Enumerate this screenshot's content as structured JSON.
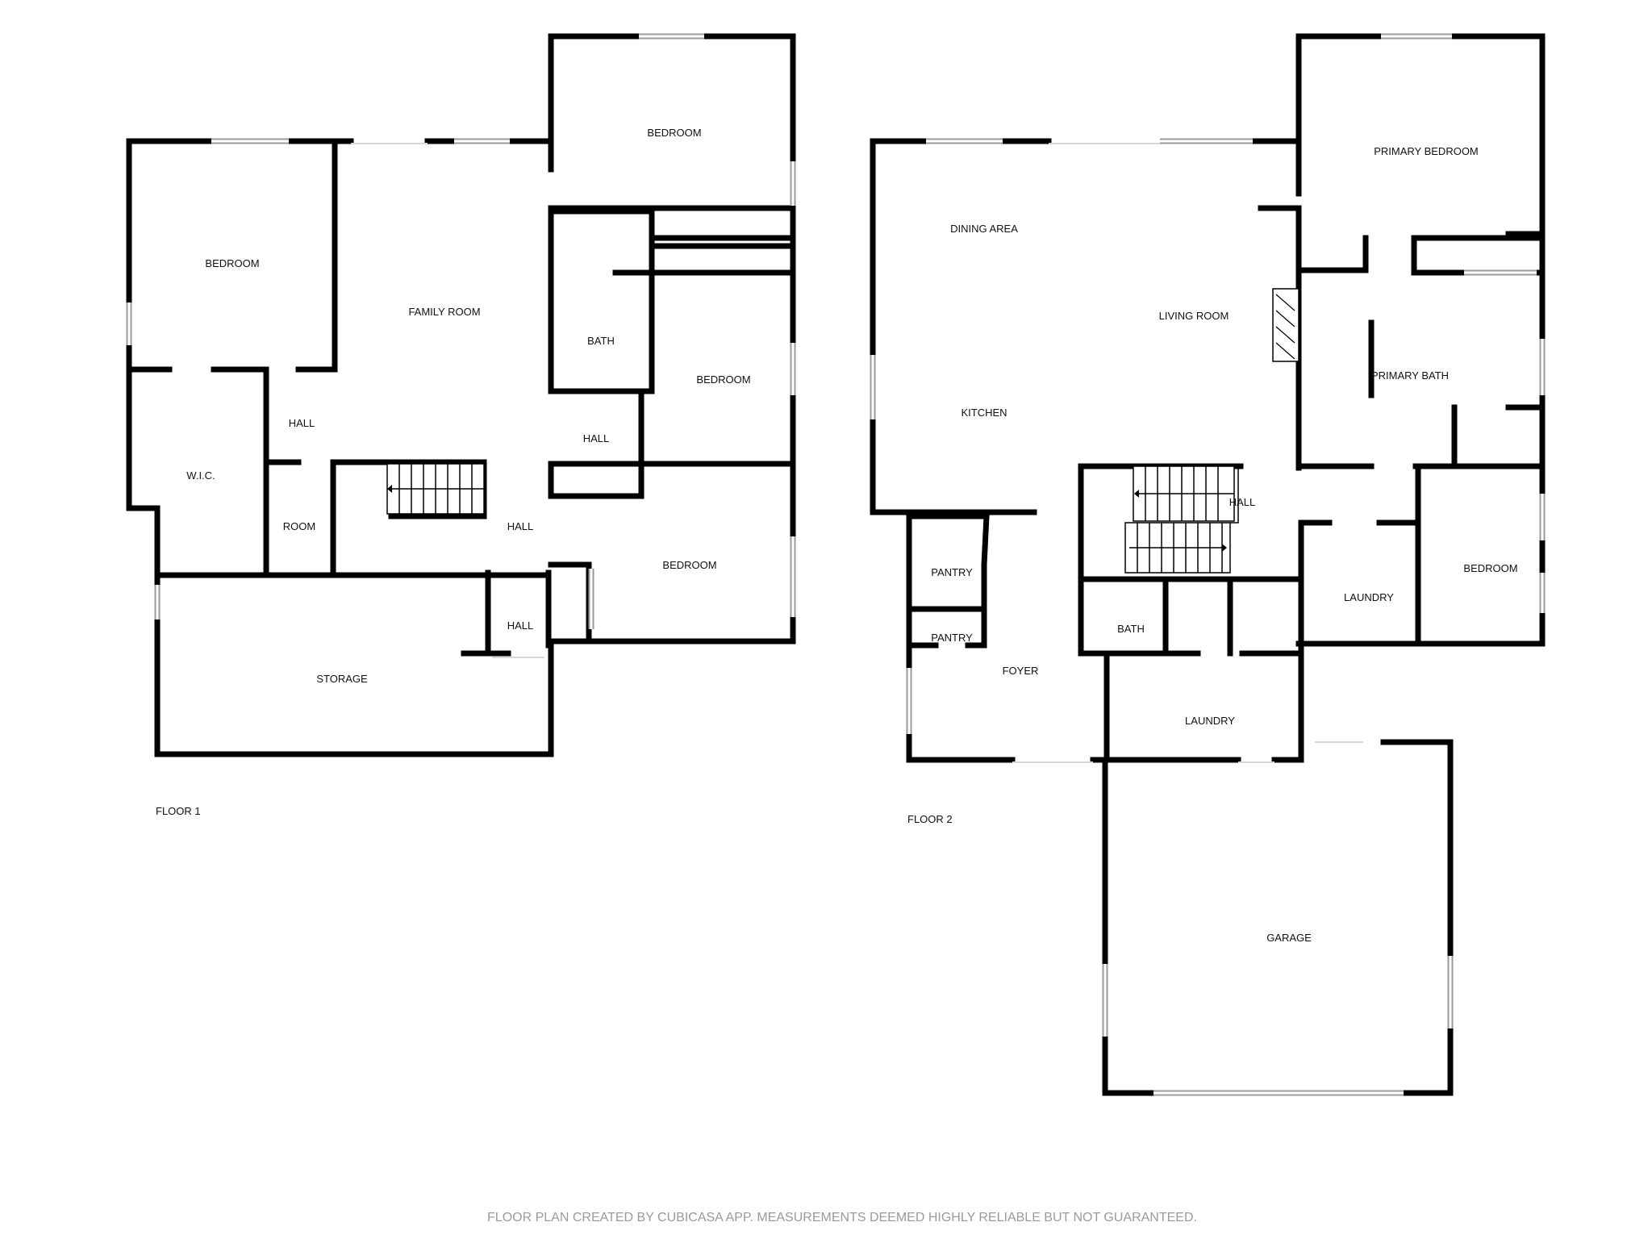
{
  "floors": [
    {
      "label": "FLOOR 1",
      "rooms": [
        "BEDROOM",
        "FAMILY ROOM",
        "BEDROOM",
        "BATH",
        "BEDROOM",
        "HALL",
        "W.I.C.",
        "ROOM",
        "HALL",
        "HALL",
        "BEDROOM",
        "HALL",
        "STORAGE"
      ]
    },
    {
      "label": "FLOOR 2",
      "rooms": [
        "DINING AREA",
        "LIVING ROOM",
        "PRIMARY BEDROOM",
        "PRIMARY BATH",
        "KITCHEN",
        "HALL",
        "PANTRY",
        "PANTRY",
        "FOYER",
        "BATH",
        "LAUNDRY",
        "LAUNDRY",
        "BEDROOM",
        "GARAGE"
      ]
    }
  ],
  "footer": "FLOOR PLAN CREATED BY CUBICASA APP. MEASUREMENTS DEEMED HIGHLY RELIABLE BUT NOT GUARANTEED.",
  "colors": {
    "wall": "#000000",
    "window": "#9a9a9a",
    "text": "#111111",
    "footer": "#9a9a9a"
  }
}
